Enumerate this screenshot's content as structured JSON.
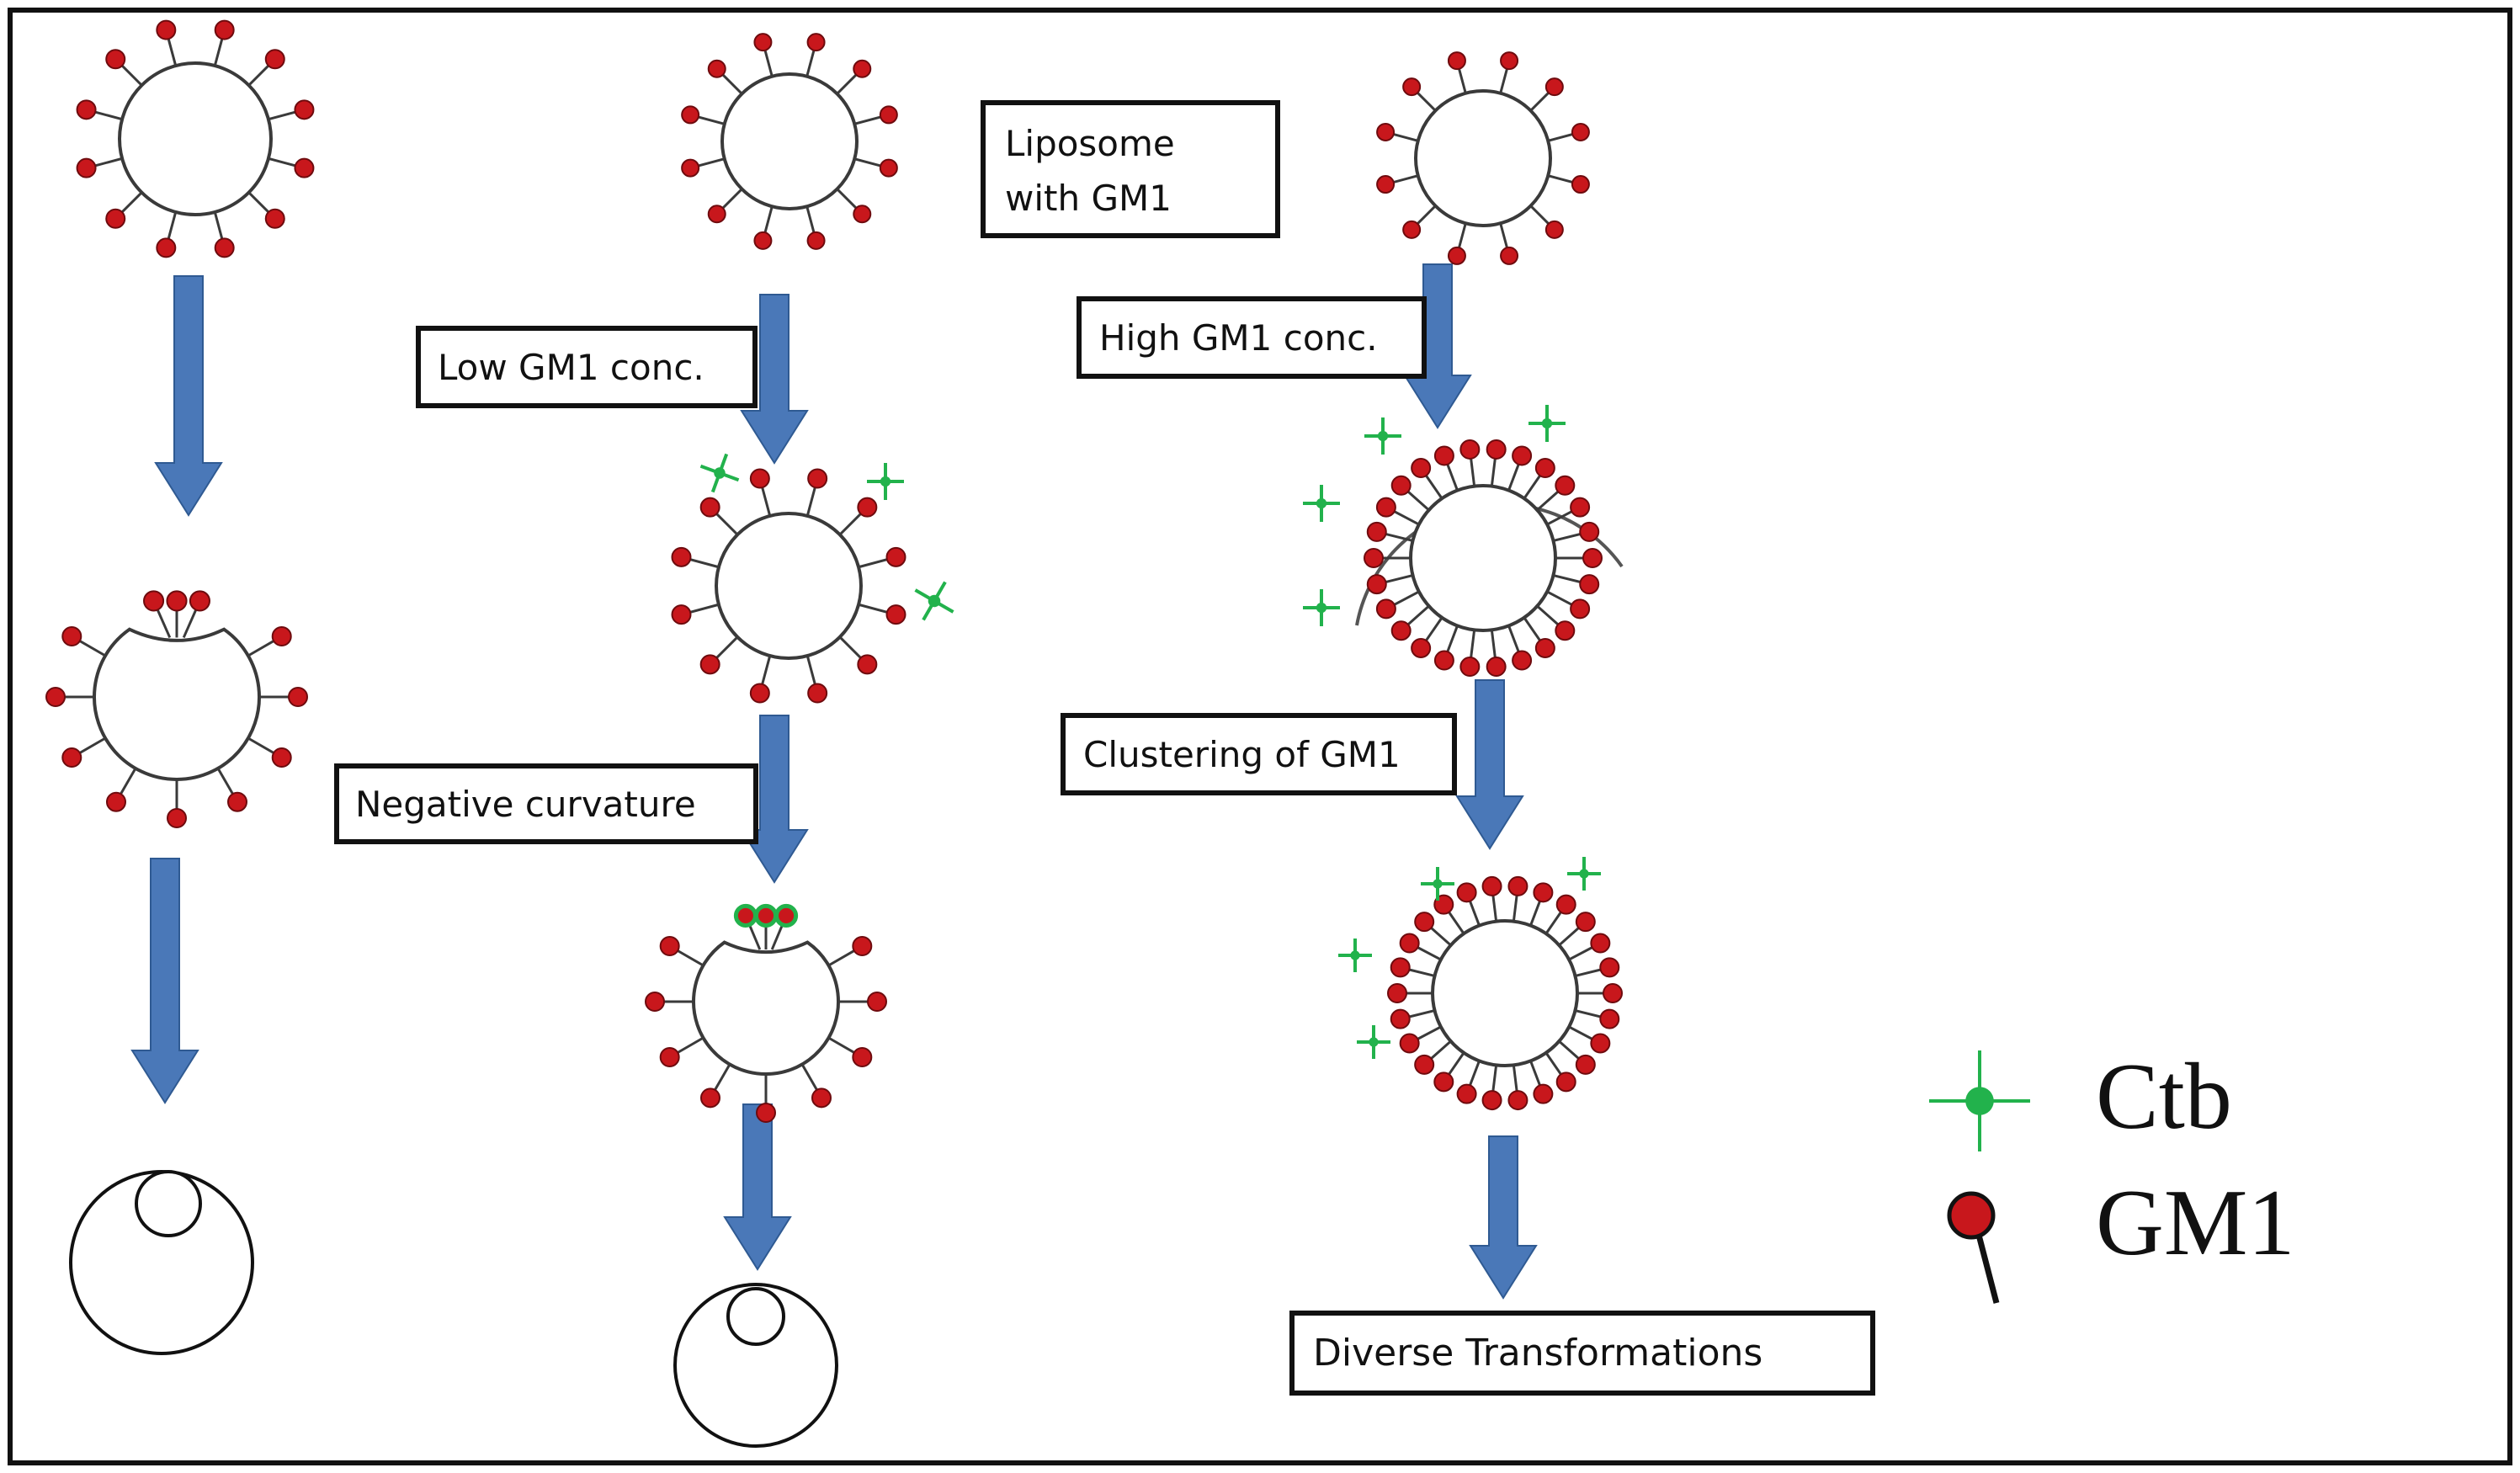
{
  "labels": {
    "liposome": [
      "Liposome",
      "with GM1"
    ],
    "low_conc": "Low GM1 conc.",
    "high_conc": "High GM1 conc.",
    "negative_curvature": "Negative curvature",
    "clustering": "Clustering of GM1",
    "diverse": "Diverse Transformations"
  },
  "legend": {
    "ctb": "Ctb",
    "gm1": "GM1"
  },
  "colors": {
    "gm1_head": "#c8171c",
    "gm1_head_stroke": "#6e0b0e",
    "ctb": "#22b24c",
    "arrow": "#4a78b8",
    "arrow_stroke": "#2f5a92",
    "outline": "#3a3a3a"
  }
}
